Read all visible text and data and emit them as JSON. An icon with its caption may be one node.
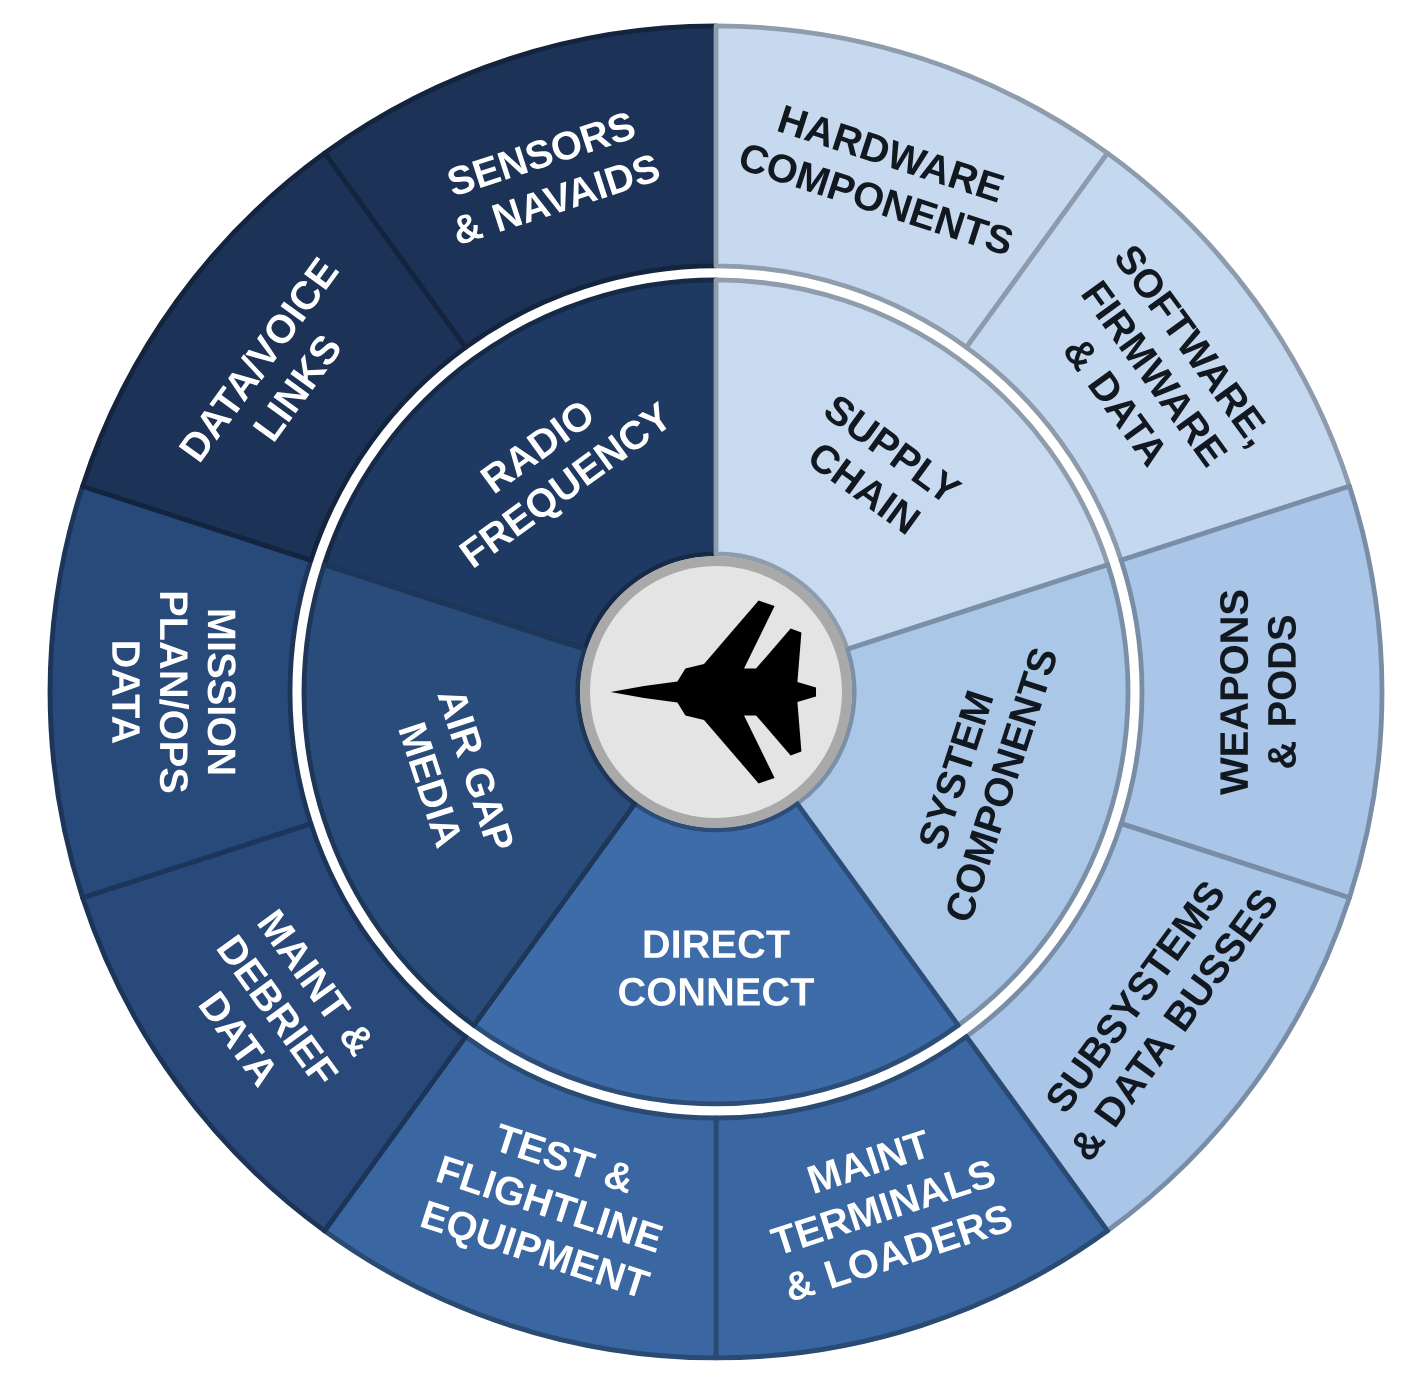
{
  "diagram": {
    "nodes": [
      {
        "text": [
          "RADIO FREQUENCY"
        ]
      },
      {
        "text": [
          "SUPPLY CHAIN"
        ]
      },
      {
        "text": [
          "SYSTEM COMPONENTS"
        ]
      },
      {
        "text": [
          "DIRECT CONNECT"
        ]
      },
      {
        "text": [
          "AIR GAP MEDIA"
        ]
      },
      {
        "text": [
          "SENSORS & NAVAIDS"
        ]
      },
      {
        "text": [
          "HARDWARE COMPONENTS"
        ]
      },
      {
        "text": [
          "SOFTWARE, FIRMWARE & DATA"
        ]
      },
      {
        "text": [
          "WEAPONS & PODS"
        ]
      },
      {
        "text": [
          "SUBSYSTEMS & DATA BUSSES"
        ]
      },
      {
        "text": [
          "MAINT TERMINALS & LOADERS"
        ]
      },
      {
        "text": [
          "TEST & FLIGHTLINE EQUIPMENT"
        ]
      },
      {
        "text": [
          "MAINT & DEBRIEF DATA"
        ]
      },
      {
        "text": [
          "MISSION PLAN/OPS DATA"
        ]
      },
      {
        "text": [
          "DATA/VOICE LINKS"
        ]
      }
    ]
  }
}
